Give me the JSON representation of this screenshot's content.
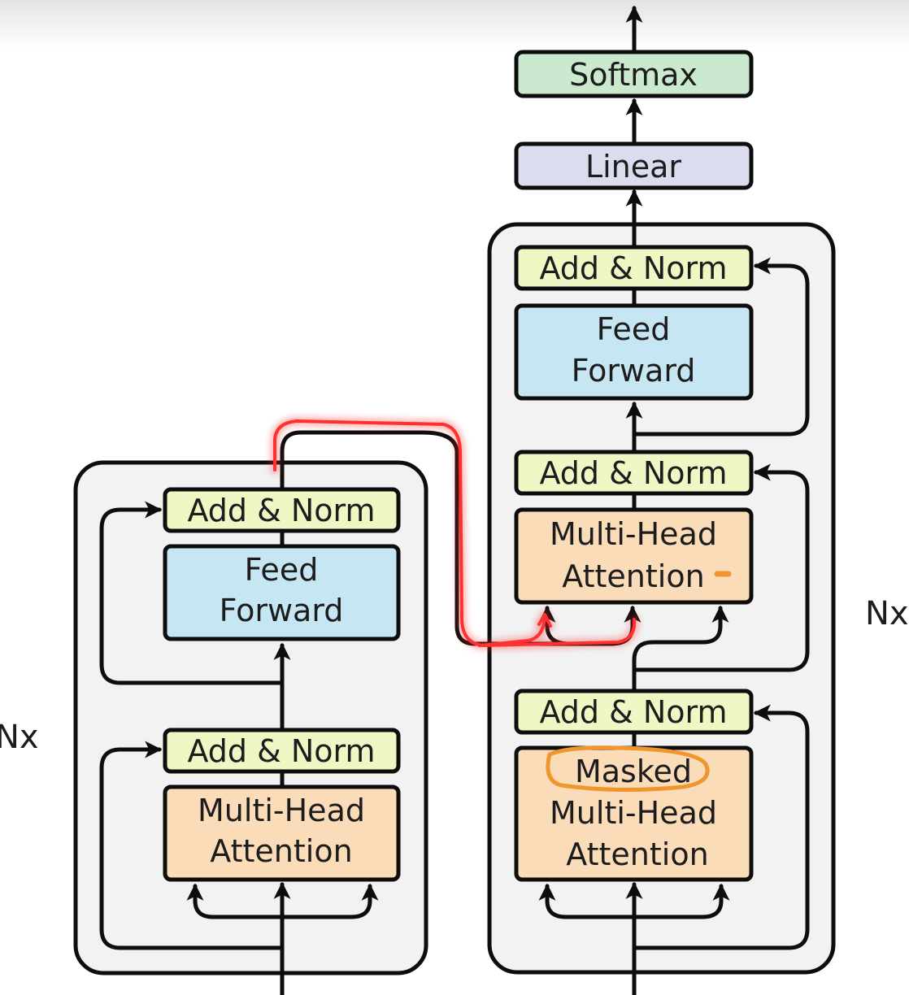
{
  "diagram": {
    "encoder": {
      "repeat_label": "Nx",
      "blocks": {
        "add_norm_top": "Add & Norm",
        "feed_forward_line1": "Feed",
        "feed_forward_line2": "Forward",
        "add_norm_bottom": "Add & Norm",
        "attention_line1": "Multi-Head",
        "attention_line2": "Attention"
      }
    },
    "decoder": {
      "repeat_label": "Nx",
      "blocks": {
        "softmax": "Softmax",
        "linear": "Linear",
        "add_norm_top": "Add & Norm",
        "feed_forward_line1": "Feed",
        "feed_forward_line2": "Forward",
        "add_norm_mid": "Add & Norm",
        "cross_attention_line1": "Multi-Head",
        "cross_attention_line2": "Attention",
        "add_norm_bottom": "Add & Norm",
        "masked_attention_line1": "Masked",
        "masked_attention_line2": "Multi-Head",
        "masked_attention_line3": "Attention"
      }
    },
    "colors": {
      "add_norm": "#f0f6c4",
      "feed_forward": "#c5e6f2",
      "attention": "#fbdcb8",
      "softmax": "#cbe9cf",
      "linear": "#dcdcef",
      "block_panel": "#f2f2f2",
      "annotation_red": "#ff2a2a",
      "annotation_orange": "#f0962e"
    }
  }
}
